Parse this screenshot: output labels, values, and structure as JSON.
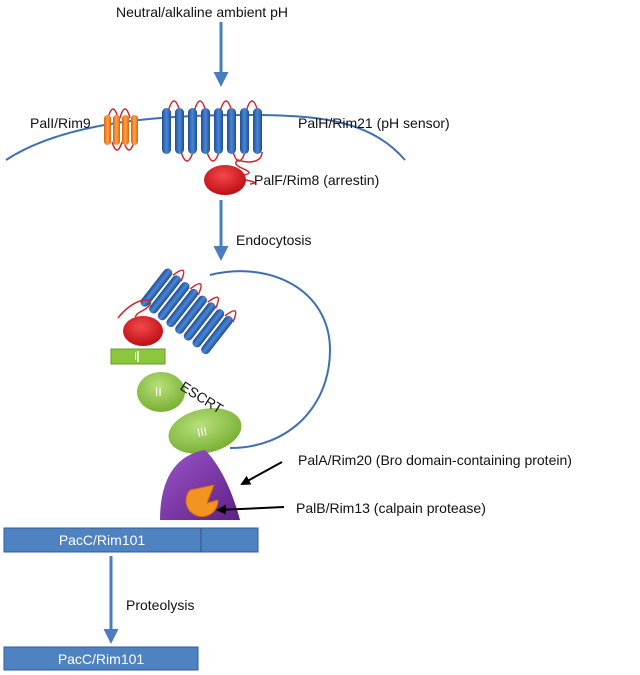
{
  "labels": {
    "ambient_ph": "Neutral/alkaline ambient pH",
    "pali": "PalI/Rim9",
    "palh": "PalH/Rim21 (pH sensor)",
    "palf": "PalF/Rim8 (arrestin)",
    "endocytosis": "Endocytosis",
    "escrt": "ESCRT",
    "escrt_i": "I",
    "escrt_ii": "II",
    "escrt_iii": "III",
    "pala": "PalA/Rim20 (Bro domain-containing protein)",
    "palb": "PalB/Rim13 (calpain protease)",
    "pacc_full": "PacC/Rim101",
    "proteolysis": "Proteolysis",
    "pacc_processed": "PacC/Rim101"
  },
  "colors": {
    "membrane": "#3f6fb0",
    "arrow": "#4a7cc0",
    "palh_tm": "#2f62ad",
    "pali_tm": "#ee7b1d",
    "loop": "#d0262d",
    "arrestin": "#d11b1f",
    "escrt": "#8cc63e",
    "pala": "#7b2fa3",
    "palb": "#f39321",
    "pacc_box": "#4f82c1"
  }
}
